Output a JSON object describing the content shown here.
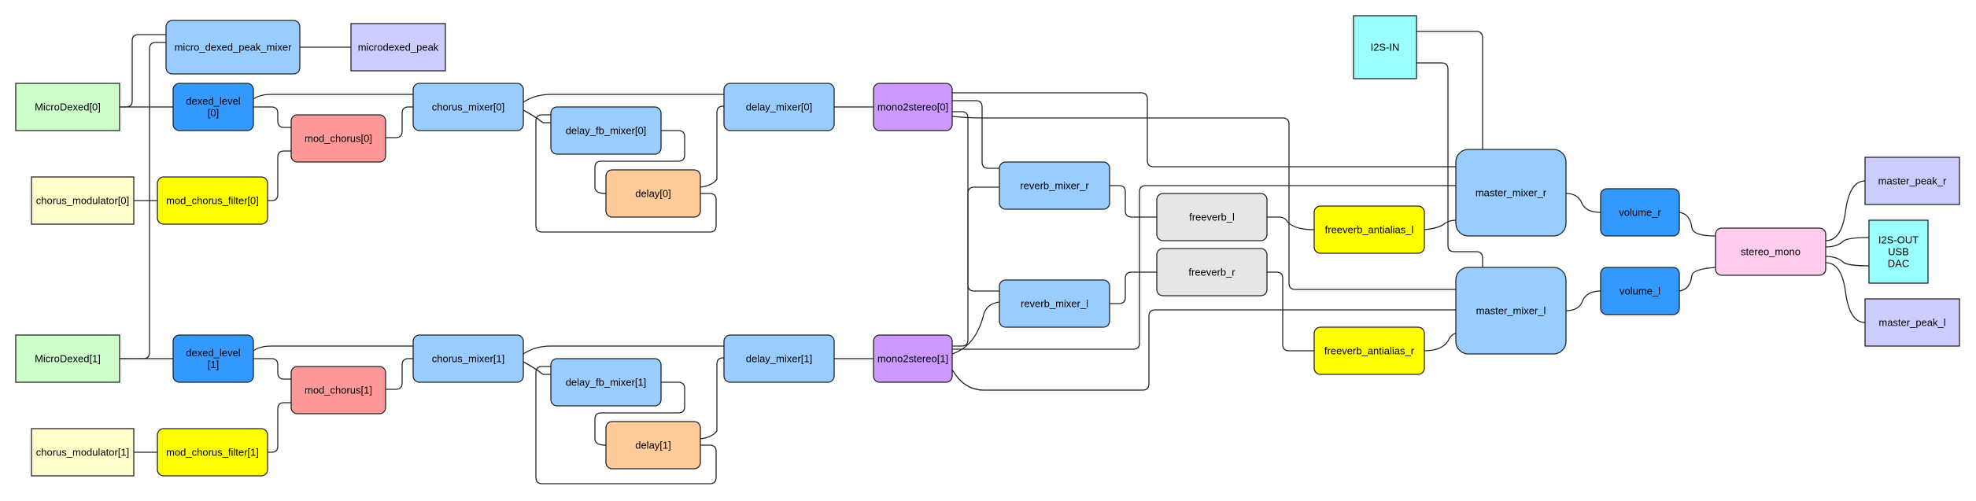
{
  "colors": {
    "green": "#ccffcc",
    "blue_light": "#99ccff",
    "blue_dark": "#3399ff",
    "red": "#ff9999",
    "yellow_light": "#ffffcc",
    "yellow": "#ffff00",
    "orange": "#ffcc99",
    "purple": "#cc99ff",
    "lavender": "#ccccff",
    "gray": "#e6e6e6",
    "cyan": "#99ffff",
    "pink": "#ffccee",
    "line": "#222222"
  },
  "nodes": {
    "microdexed0": {
      "label": "MicroDexed[0]"
    },
    "micropeakmixer": {
      "label": "micro_dexed_peak_mixer"
    },
    "microdexedpeak": {
      "label": "microdexed_peak"
    },
    "dexedlevel0": {
      "label": "dexed_level\n[0]"
    },
    "modchorus0": {
      "label": "mod_chorus[0]"
    },
    "chorusmixer0": {
      "label": "chorus_mixer[0]"
    },
    "delayfb0": {
      "label": "delay_fb_mixer[0]"
    },
    "delay0": {
      "label": "delay[0]"
    },
    "delaymixer0": {
      "label": "delay_mixer[0]"
    },
    "mono2stereo0": {
      "label": "mono2stereo[0]"
    },
    "chorusmod0": {
      "label": "chorus_modulator[0]"
    },
    "modfilter0": {
      "label": "mod_chorus_filter[0]"
    },
    "microdexed1": {
      "label": "MicroDexed[1]"
    },
    "dexedlevel1": {
      "label": "dexed_level\n[1]"
    },
    "modchorus1": {
      "label": "mod_chorus[1]"
    },
    "chorusmixer1": {
      "label": "chorus_mixer[1]"
    },
    "delayfb1": {
      "label": "delay_fb_mixer[1]"
    },
    "delay1": {
      "label": "delay[1]"
    },
    "delaymixer1": {
      "label": "delay_mixer[1]"
    },
    "mono2stereo1": {
      "label": "mono2stereo[1]"
    },
    "chorusmod1": {
      "label": "chorus_modulator[1]"
    },
    "modfilter1": {
      "label": "mod_chorus_filter[1]"
    },
    "reverbmixerr": {
      "label": "reverb_mixer_r"
    },
    "reverbmixerl": {
      "label": "reverb_mixer_l"
    },
    "freeverbl": {
      "label": "freeverb_l"
    },
    "freeverbr": {
      "label": "freeverb_r"
    },
    "antialiasl": {
      "label": "freeverb_antialias_l"
    },
    "antialiasr": {
      "label": "freeverb_antialias_r"
    },
    "i2sin": {
      "label": "I2S-IN"
    },
    "mastermixerr": {
      "label": "master_mixer_r"
    },
    "mastermixerl": {
      "label": "master_mixer_l"
    },
    "volumer": {
      "label": "volume_r"
    },
    "volumel": {
      "label": "volume_l"
    },
    "stereomono": {
      "label": "stereo_mono"
    },
    "masterpeakr": {
      "label": "master_peak_r"
    },
    "masterpeakl": {
      "label": "master_peak_l"
    },
    "i2sout": {
      "label": "I2S-OUT\nUSB\nDAC"
    }
  }
}
